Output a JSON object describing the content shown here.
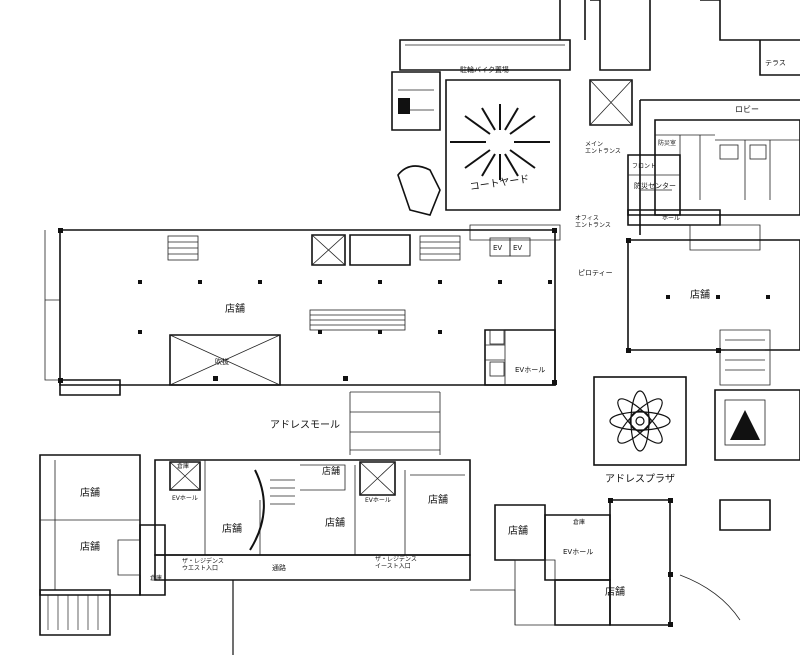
{
  "labels": {
    "parking": "駐輪バイク置場",
    "terrace": "テラス",
    "lobby": "ロビー",
    "disaster_room": "防災室",
    "main_entrance": "メイン\nエントランス",
    "front": "フロント",
    "disaster_center": "防災センター",
    "office_entrance": "オフィス\nエントランス",
    "hall": "ホール",
    "courtyard": "コートヤード",
    "piloti": "ピロティー",
    "store_main": "店舗",
    "store_east": "店舗",
    "fukinuke": "吹抜",
    "ev": "EV",
    "ev_hall": "EVホール",
    "address_mall": "アドレスモール",
    "address_plaza": "アドレスプラザ",
    "store_w1": "店舗",
    "store_w2": "店舗",
    "store_c1": "店舗",
    "store_c2": "店舗",
    "store_c3": "店舗",
    "store_c4": "店舗",
    "store_s1": "店舗",
    "store_s2": "店舗",
    "ev_hall_2": "EVホール",
    "ev_hall_3": "EVホール",
    "ev_hall_4": "EVホール",
    "west_entrance": "ザ・レジデンス\nウエスト入口",
    "east_entrance": "ザ・レジデンス\nイースト入口",
    "passage": "通路",
    "storage": "倉庫",
    "ev_hall_short": "EVホール"
  },
  "icons": {
    "plaza_flower": "flower-ornament-icon",
    "courtyard_burst": "sunburst-icon",
    "north_arrow": "triangle-arrow-icon"
  }
}
